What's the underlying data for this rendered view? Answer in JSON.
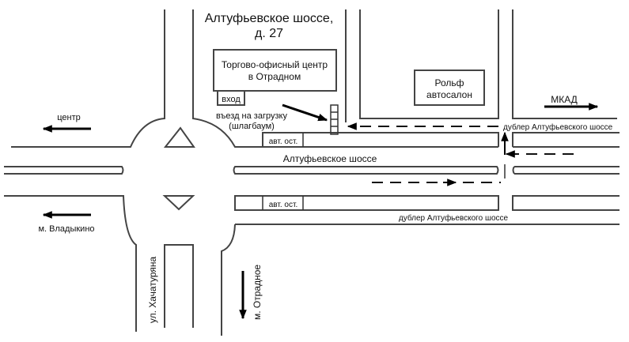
{
  "address": {
    "line1": "Алтуфьевское шоссе,",
    "line2": "д. 27"
  },
  "buildings": {
    "mall": {
      "line1": "Торгово-офисный центр",
      "line2": "в Отрадном"
    },
    "entrance": "вход",
    "rolf": {
      "line1": "Рольф",
      "line2": "автосалон"
    }
  },
  "loading_entry": {
    "line1": "въезд на загрузку",
    "line2": "(шлагбаум)"
  },
  "bus_stops": {
    "top": "авт. ост.",
    "bottom": "авт. ост."
  },
  "roads": {
    "main": "Алтуфьевское шоссе",
    "service_top": "дублер Алтуфьевского шоссе",
    "service_bottom": "дублер Алтуфьевского шоссе",
    "khachaturyana": "ул. Хачатуряна"
  },
  "directions": {
    "center": "центр",
    "vladykino": "м. Владыкино",
    "mkad": "МКАД",
    "otradnoe": "м. Отрадное"
  },
  "colors": {
    "line": "#444444",
    "text": "#111111",
    "background": "#ffffff"
  }
}
